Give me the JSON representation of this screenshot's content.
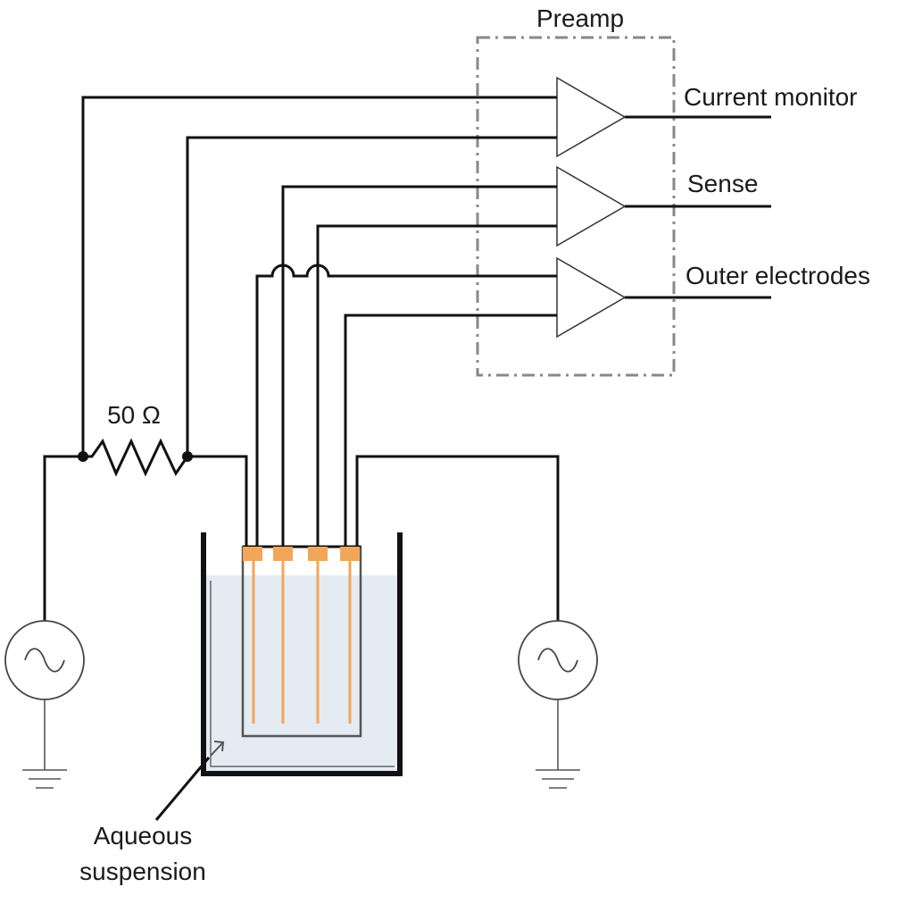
{
  "title": "Preamp",
  "outputs": {
    "current": "Current monitor",
    "sense": "Sense",
    "outer": "Outer electrodes"
  },
  "resistor": "50 Ω",
  "vessel": {
    "line1": "Aqueous",
    "line2": "suspension"
  },
  "colors": {
    "wire": "#111111",
    "electrode": "#f2a65a",
    "liquid": "#e4ebf3",
    "preamp_box": "#888888"
  },
  "icons": {
    "amplifier": "triangle-amplifier-icon",
    "ac_source": "ac-source-icon",
    "ground": "ground-icon",
    "resistor": "resistor-zigzag-icon"
  }
}
